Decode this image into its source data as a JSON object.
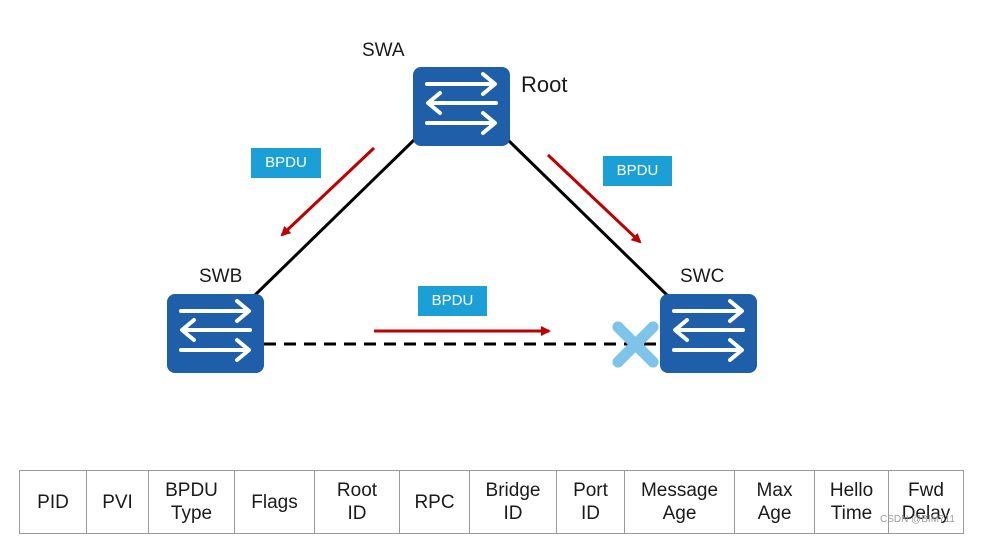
{
  "nodes": {
    "swa": {
      "label": "SWA",
      "role": "Root"
    },
    "swb": {
      "label": "SWB"
    },
    "swc": {
      "label": "SWC"
    }
  },
  "messages": {
    "swa_to_swb": "BPDU",
    "swa_to_swc": "BPDU",
    "swb_to_swc": "BPDU"
  },
  "blocked_port_icon": "x-mark-icon",
  "colors": {
    "switch": "#1f5ea8",
    "bpdu_tag": "#1a9fd6",
    "arrow": "#c00000",
    "blocked_mark": "#7ec3e8",
    "link": "#000000"
  },
  "bpdu_format": {
    "fields": [
      {
        "line1": "PID",
        "line2": ""
      },
      {
        "line1": "PVI",
        "line2": ""
      },
      {
        "line1": "BPDU",
        "line2": "Type"
      },
      {
        "line1": "Flags",
        "line2": ""
      },
      {
        "line1": "Root",
        "line2": "ID"
      },
      {
        "line1": "RPC",
        "line2": ""
      },
      {
        "line1": "Bridge",
        "line2": "ID"
      },
      {
        "line1": "Port",
        "line2": "ID"
      },
      {
        "line1": "Message",
        "line2": "Age"
      },
      {
        "line1": "Max",
        "line2": "Age"
      },
      {
        "line1": "Hello",
        "line2": "Time"
      },
      {
        "line1": "Fwd",
        "line2": "Delay"
      }
    ]
  },
  "watermark": "CSDN @BIM711"
}
